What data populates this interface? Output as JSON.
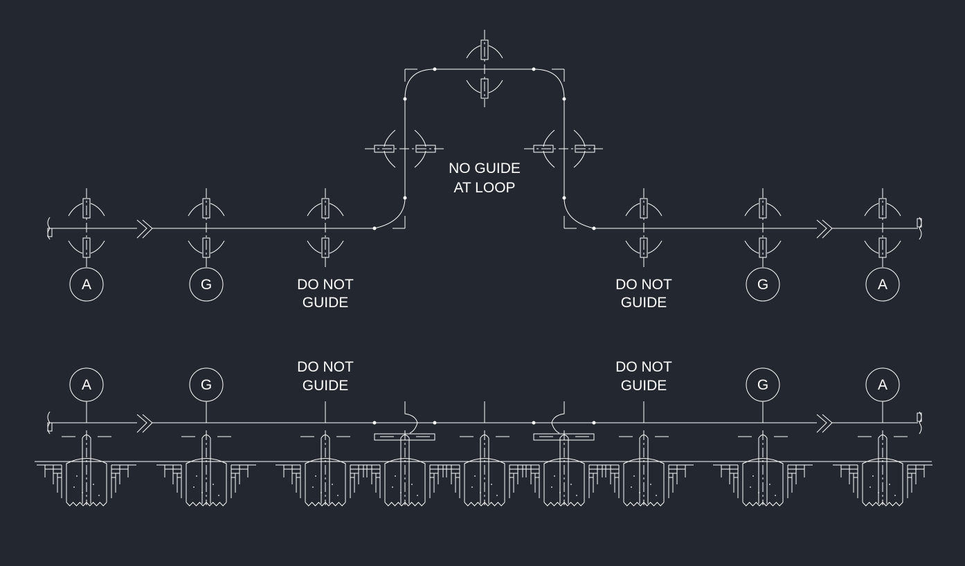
{
  "colors": {
    "background": "#232830",
    "linework": "#ffffff"
  },
  "top_view": {
    "loop_note": [
      "NO GUIDE",
      "AT LOOP"
    ],
    "left_callouts": [
      {
        "type": "support-tag",
        "text": "A"
      },
      {
        "type": "support-tag",
        "text": "G"
      },
      {
        "type": "note",
        "lines": [
          "DO NOT",
          "GUIDE"
        ]
      }
    ],
    "right_callouts": [
      {
        "type": "note",
        "lines": [
          "DO NOT",
          "GUIDE"
        ]
      },
      {
        "type": "support-tag",
        "text": "G"
      },
      {
        "type": "support-tag",
        "text": "A"
      }
    ]
  },
  "elevation_view": {
    "callouts": [
      {
        "type": "support-tag",
        "text": "A"
      },
      {
        "type": "support-tag",
        "text": "G"
      },
      {
        "type": "note",
        "lines": [
          "DO NOT",
          "GUIDE"
        ]
      },
      {
        "type": "note",
        "lines": [
          "DO NOT",
          "GUIDE"
        ]
      },
      {
        "type": "support-tag",
        "text": "G"
      },
      {
        "type": "support-tag",
        "text": "A"
      }
    ]
  },
  "icons": [
    "pipe-support-symbol",
    "break-line-symbol",
    "pipe-end-cap-icon",
    "foundation-pier-symbol",
    "shoe-plate-symbol"
  ]
}
